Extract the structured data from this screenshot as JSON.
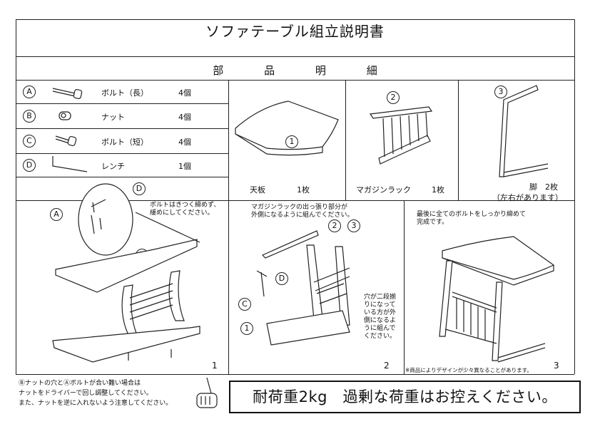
{
  "title": "ソファテーブル組立説明書",
  "parts_header": [
    "部",
    "品",
    "明",
    "細"
  ],
  "hardware": [
    {
      "mark": "A",
      "name": "ボルト（長）",
      "qty": "4個"
    },
    {
      "mark": "B",
      "name": "ナット",
      "qty": "4個"
    },
    {
      "mark": "C",
      "name": "ボルト（短）",
      "qty": "4個"
    },
    {
      "mark": "D",
      "name": "レンチ",
      "qty": "1個"
    }
  ],
  "parts": [
    {
      "num": "1",
      "name": "天板",
      "qty": "1枚"
    },
    {
      "num": "2",
      "name": "マガジンラック",
      "qty": "1枚"
    },
    {
      "num": "3",
      "name": "脚",
      "qty": "2枚",
      "note": "（左右があります）"
    }
  ],
  "steps": {
    "step1_num": "1",
    "step1_note_1": "ボルトはきつく締めず、",
    "step1_note_2": "緩めにしてください。",
    "step2_num": "2",
    "step2_note_1": "マガジンラックの出っ張り部分が",
    "step2_note_2": "外側になるように組んでください。",
    "step2_side_1": "穴が二段揃",
    "step2_side_2": "りになって",
    "step2_side_3": "いる方が外",
    "step2_side_4": "側になるよ",
    "step2_side_5": "うに組んで",
    "step2_side_6": "ください。",
    "step3_num": "3",
    "step3_note_1": "最後に全てのボルトをしっかり締めて",
    "step3_note_2": "完成です。",
    "step3_footnote": "※商品によりデザインが少々異なることがあります。"
  },
  "footer": {
    "note_1": "Ⓑナットの穴とⒶボルトが合い難い場合は",
    "note_2": "ナットをドライバーで回し調整してください。",
    "note_3": "また、ナットを逆に入れないよう注意してください。",
    "warning": "耐荷重2kg　過剰な荷重はお控えください。"
  },
  "labels": {
    "A": "A",
    "B": "B",
    "C": "C",
    "D": "D",
    "one": "1",
    "two": "2",
    "three": "3"
  }
}
